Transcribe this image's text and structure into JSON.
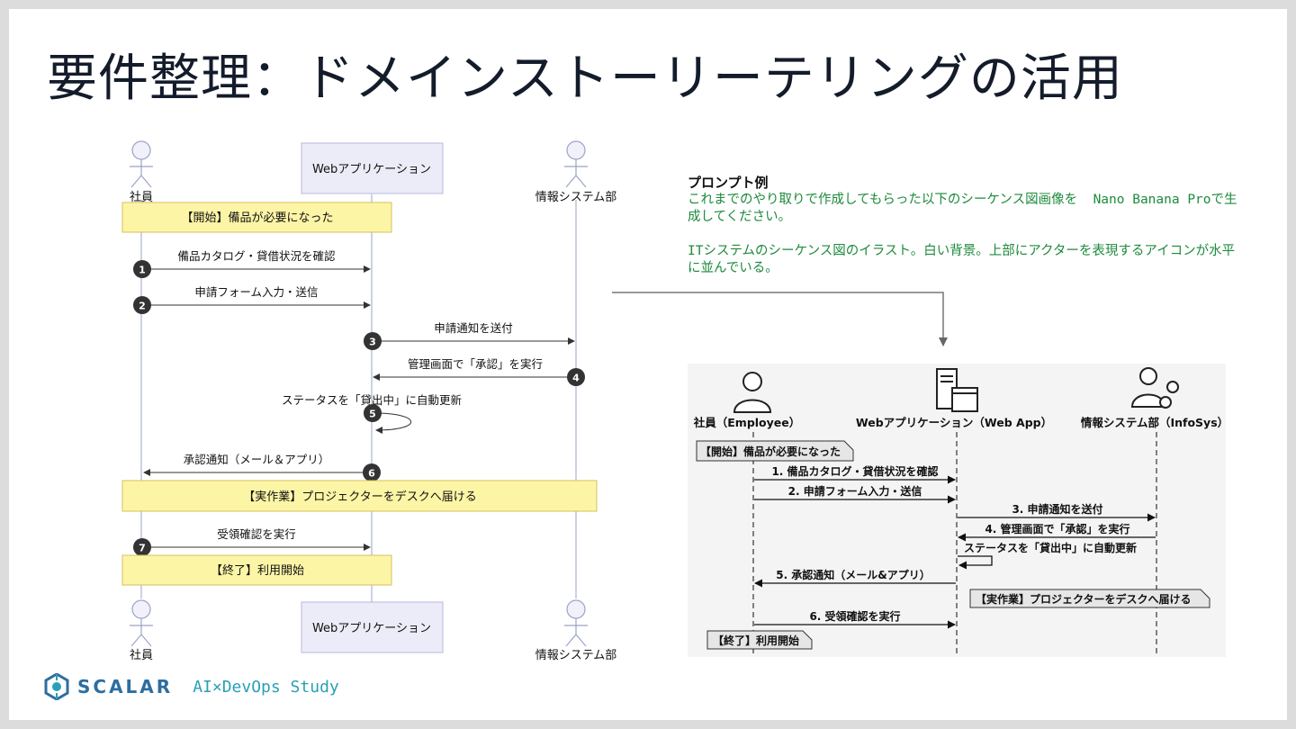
{
  "title": "要件整理：ドメインストーリーテリングの活用",
  "left_diagram": {
    "actors": {
      "employee": "社員",
      "webapp": "Webアプリケーション",
      "infosys": "情報システム部"
    },
    "notes": {
      "start": "【開始】備品が必要になった",
      "work": "【実作業】プロジェクターをデスクへ届ける",
      "end": "【終了】利用開始"
    },
    "messages": [
      {
        "num": "1",
        "label": "備品カタログ・貸借状況を確認"
      },
      {
        "num": "2",
        "label": "申請フォーム入力・送信"
      },
      {
        "num": "3",
        "label": "申請通知を送付"
      },
      {
        "num": "4",
        "label": "管理画面で「承認」を実行"
      },
      {
        "num": "5",
        "label": "ステータスを「貸出中」に自動更新"
      },
      {
        "num": "6",
        "label": "承認通知（メール＆アプリ）"
      },
      {
        "num": "7",
        "label": "受領確認を実行"
      }
    ]
  },
  "prompt": {
    "heading": "プロンプト例",
    "line1": "これまでのやり取りで作成してもらった以下のシーケンス図画像を  Nano Banana Proで生成してください。",
    "line2": "ITシステムのシーケンス図のイラスト。白い背景。上部にアクターを表現するアイコンが水平に並んでいる。"
  },
  "right_diagram": {
    "actors": {
      "employee": "社員（Employee）",
      "webapp": "Webアプリケーション（Web App）",
      "infosys": "情報システム部（InfoSys）"
    },
    "notes": {
      "start": "【開始】備品が必要になった",
      "work": "【実作業】プロジェクターをデスクへ届ける",
      "end": "【終了】利用開始"
    },
    "messages": {
      "m1": "1. 備品カタログ・貸借状況を確認",
      "m2": "2. 申請フォーム入力・送信",
      "m3": "3. 申請通知を送付",
      "m4": "4. 管理画面で「承認」を実行",
      "m5": "ステータスを「貸出中」に自動更新",
      "m6": "5. 承認通知（メール&アプリ）",
      "m7": "6. 受領確認を実行"
    }
  },
  "footer": {
    "brand": "SCALAR",
    "study": "AI×DevOps Study"
  }
}
